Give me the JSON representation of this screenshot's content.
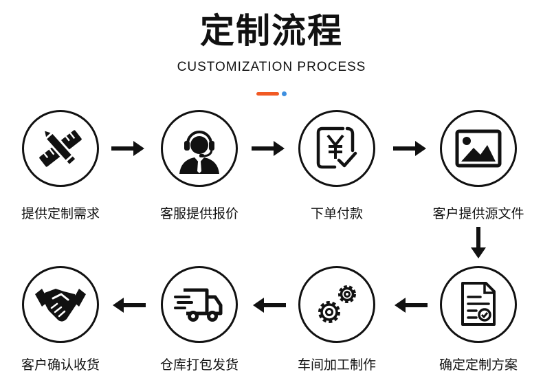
{
  "header": {
    "title": "定制流程",
    "subtitle": "CUSTOMIZATION PROCESS",
    "accent_colors": [
      "#f15a24",
      "#3d8fe0"
    ]
  },
  "steps": [
    {
      "label": "提供定制需求",
      "icon": "pencil-ruler-icon"
    },
    {
      "label": "客服提供报价",
      "icon": "customer-service-icon"
    },
    {
      "label": "下单付款",
      "icon": "yen-payment-icon"
    },
    {
      "label": "客户提供源文件",
      "icon": "image-file-icon"
    },
    {
      "label": "确定定制方案",
      "icon": "document-check-icon"
    },
    {
      "label": "车间加工制作",
      "icon": "gears-icon"
    },
    {
      "label": "仓库打包发货",
      "icon": "delivery-truck-icon"
    },
    {
      "label": "客户确认收货",
      "icon": "handshake-icon"
    }
  ]
}
